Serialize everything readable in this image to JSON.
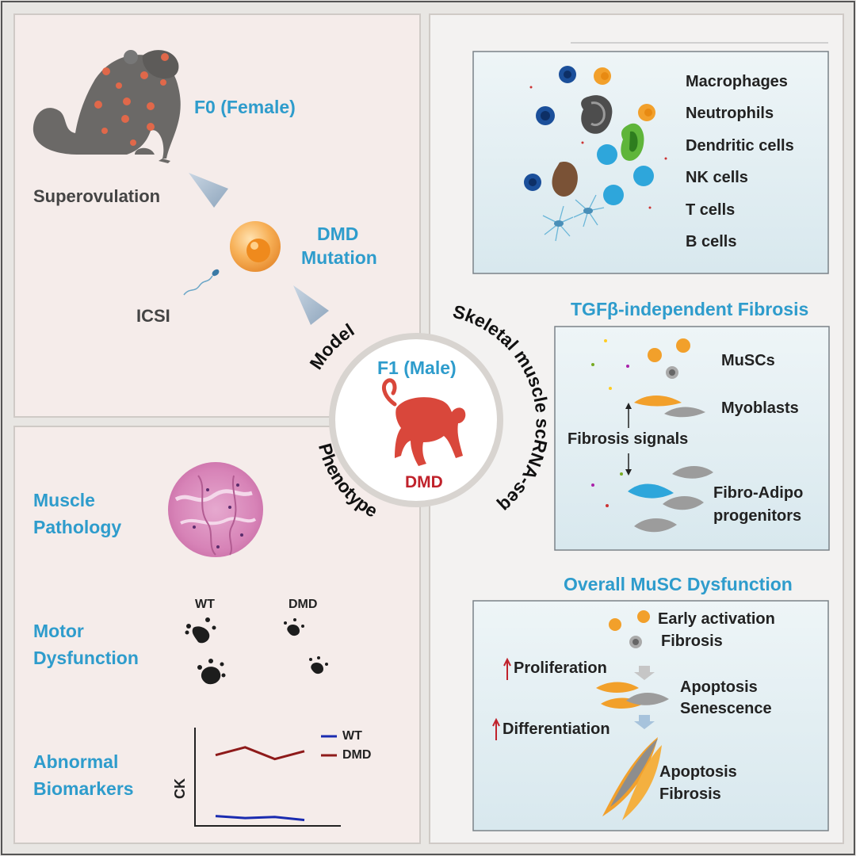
{
  "colors": {
    "accent_blue": "#2e9ccc",
    "dmd_red": "#d9473b",
    "wt_blue": "#1a2bb0",
    "dmd_line": "#8e1a1a"
  },
  "model": {
    "f0": "F0 (Female)",
    "superovulation": "Superovulation",
    "dmd_mutation_1": "DMD",
    "dmd_mutation_2": "Mutation",
    "icsi": "ICSI"
  },
  "center": {
    "f1": "F1 (Male)",
    "dmd": "DMD",
    "arc_model": "Model",
    "arc_phenotype": "Phenotype",
    "arc_scrna": "Skeletal muscle scRNA-seq"
  },
  "immune": {
    "cells": [
      "Macrophages",
      "Neutrophils",
      "Dendritic cells",
      "NK cells",
      "T cells",
      "B cells"
    ]
  },
  "fibrosis": {
    "title": "TGFβ-independent Fibrosis",
    "muscs": "MuSCs",
    "myoblasts": "Myoblasts",
    "signals": "Fibrosis signals",
    "fap_1": "Fibro-Adipo",
    "fap_2": "progenitors"
  },
  "dysfunction": {
    "title": "Overall MuSC Dysfunction",
    "early_activation": "Early activation",
    "fibrosis": "Fibrosis",
    "proliferation": "Proliferation",
    "apoptosis": "Apoptosis",
    "senescence": "Senescence",
    "differentiation": "Differentiation",
    "apoptosis_2": "Apoptosis",
    "fibrosis_2": "Fibrosis"
  },
  "phenotype": {
    "muscle_1": "Muscle",
    "muscle_2": "Pathology",
    "motor_1": "Motor",
    "motor_2": "Dysfunction",
    "wt": "WT",
    "dmd": "DMD",
    "bio_1": "Abnormal",
    "bio_2": "Biomarkers"
  },
  "chart_data": {
    "type": "line",
    "ylabel": "CK",
    "x": [
      0,
      1,
      2,
      3
    ],
    "series": [
      {
        "name": "WT",
        "values": [
          0.1,
          0.08,
          0.09,
          0.06
        ]
      },
      {
        "name": "DMD",
        "values": [
          0.72,
          0.8,
          0.68,
          0.76
        ]
      }
    ],
    "ylim": [
      0,
      1
    ],
    "legend": "top-right"
  }
}
